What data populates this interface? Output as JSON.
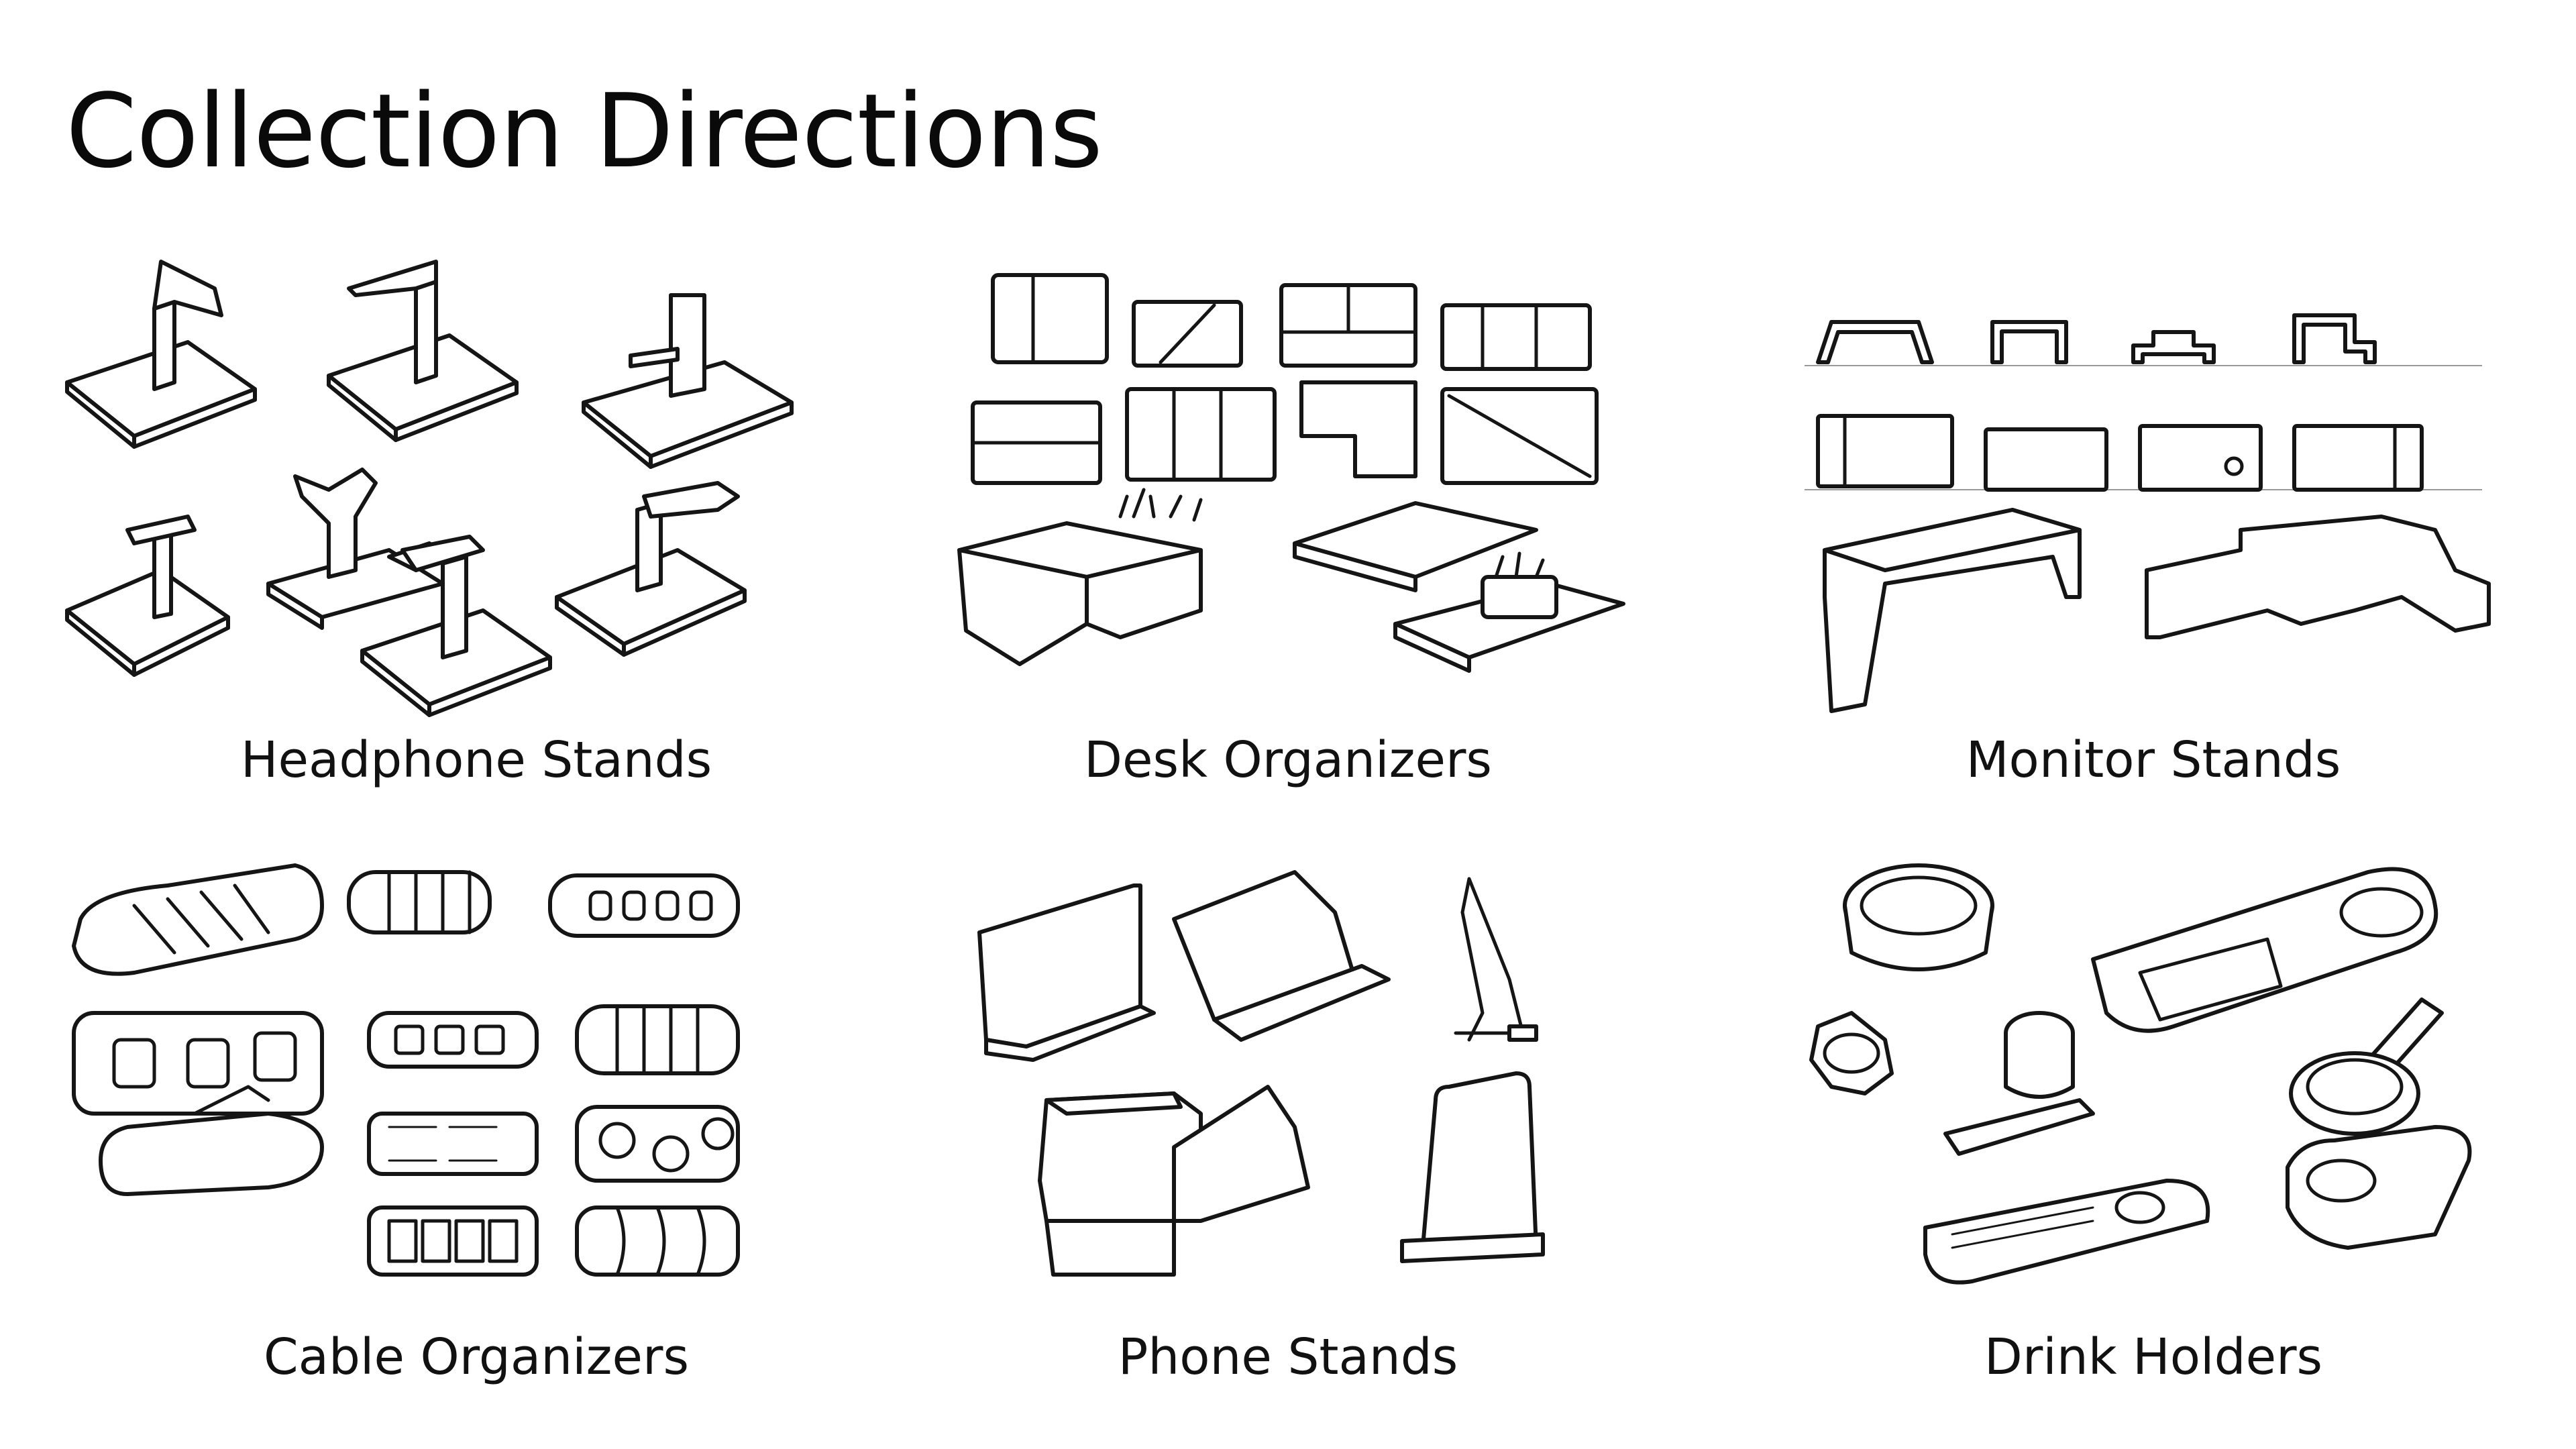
{
  "page": {
    "title": "Collection Directions"
  },
  "categories": [
    {
      "label": "Headphone Stands",
      "icon": "headphone-stand-sketches"
    },
    {
      "label": "Desk Organizers",
      "icon": "desk-organizer-sketches"
    },
    {
      "label": "Monitor Stands",
      "icon": "monitor-stand-sketches"
    },
    {
      "label": "Cable Organizers",
      "icon": "cable-organizer-sketches"
    },
    {
      "label": "Phone Stands",
      "icon": "phone-stand-sketches"
    },
    {
      "label": "Drink Holders",
      "icon": "drink-holder-sketches"
    }
  ]
}
